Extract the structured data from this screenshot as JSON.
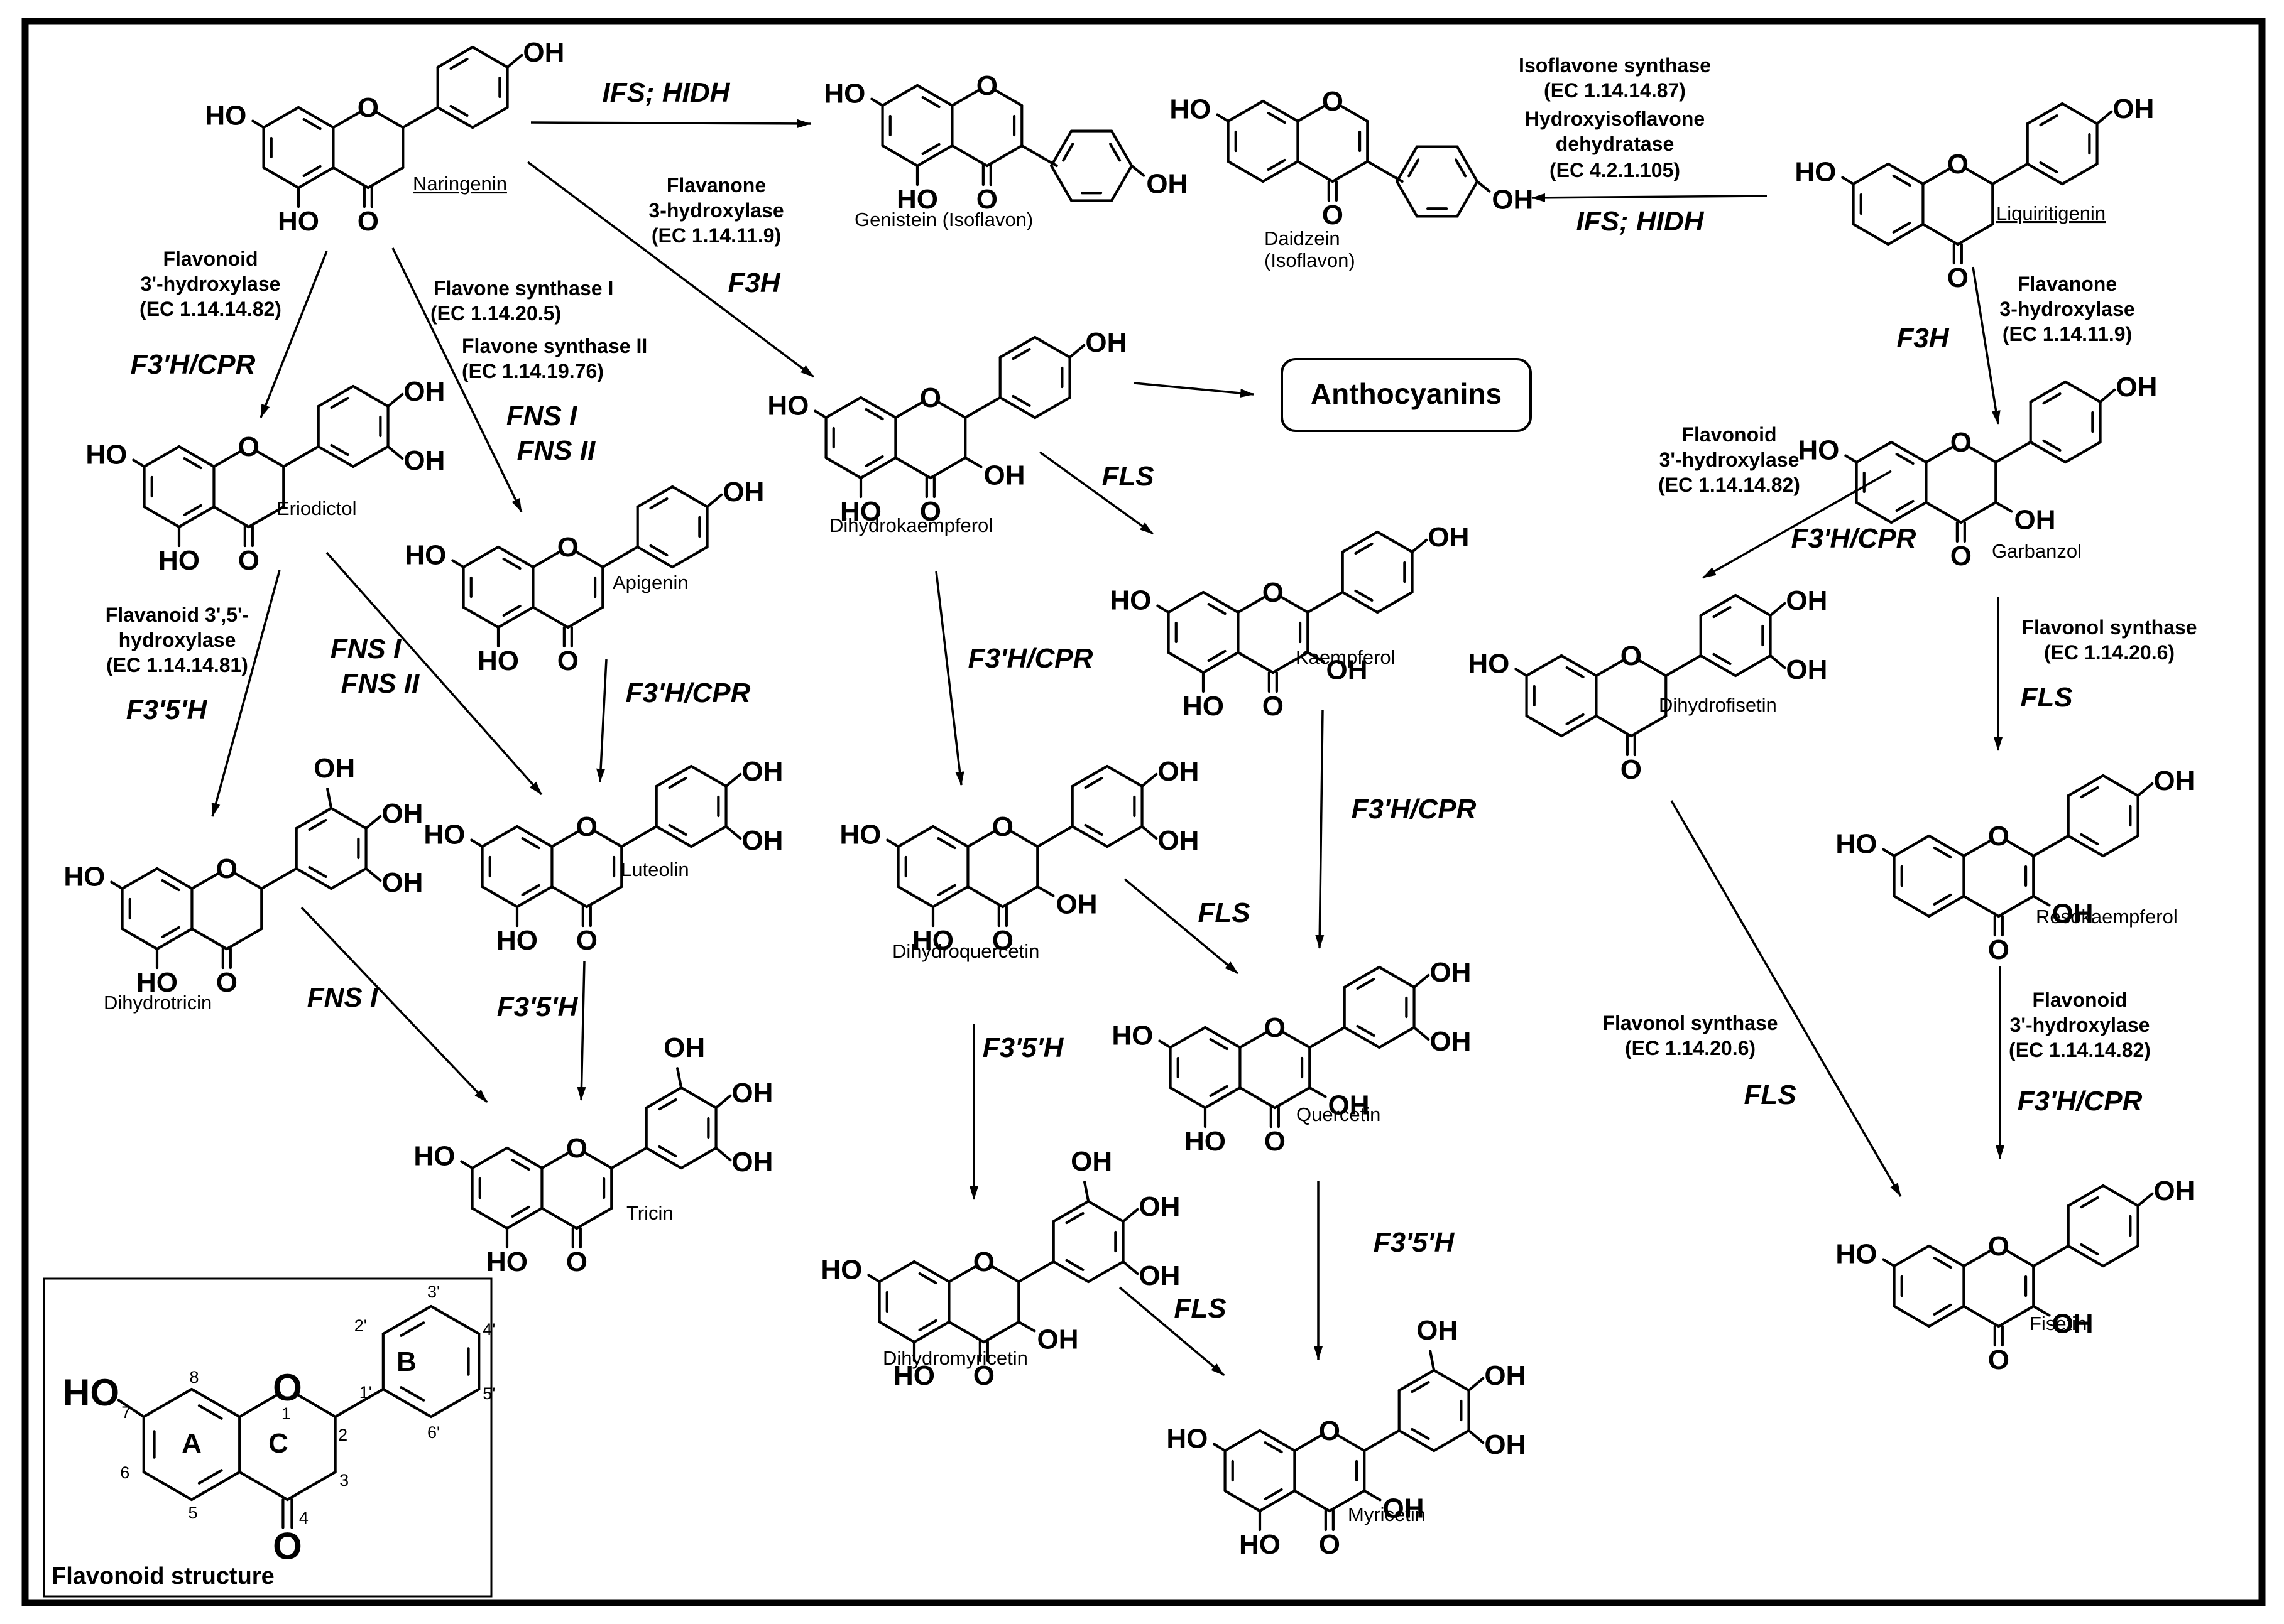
{
  "compounds": {
    "naringenin": "Naringenin",
    "genistein": "Genistein (Isoflavon)",
    "daidzein_l1": "Daidzein",
    "daidzein_l2": "(Isoflavon)",
    "liquiritigenin": "Liquiritigenin",
    "eriodictol": "Eriodictol",
    "apigenin": "Apigenin",
    "dihydrokaempferol": "Dihydrokaempferol",
    "kaempferol": "Kaempferol",
    "garbanzol": "Garbanzol",
    "dihydrofisetin": "Dihydrofisetin",
    "resokaempferol": "Resokaempferol",
    "dihydrotricin": "Dihydrotricin",
    "luteolin": "Luteolin",
    "dihydroquercetin": "Dihydroquercetin",
    "quercetin": "Quercetin",
    "tricin": "Tricin",
    "dihydromyricetin": "Dihydromyricetin",
    "myricetin": "Myricetin",
    "fisetin": "Fisetin"
  },
  "atoms": {
    "hydroxyl": "OH",
    "hydroxyl_left": "HO",
    "carbonyl_oxygen": "O",
    "ring_oxygen": "O"
  },
  "anthocyanins": "Anthocyanins",
  "enzymes": {
    "ifs_top": "IFS; HIDH",
    "ifs_right": "IFS; HIDH",
    "ifs_full_1": "Isoflavone synthase",
    "ifs_full_2": "(EC 1.14.14.87)",
    "hidh_full_1": "Hydroxyisoflavone",
    "hidh_full_2": "dehydratase",
    "hidh_full_3": "(EC 4.2.1.105)",
    "f3h_left_1": "Flavanone",
    "f3h_left_2": "3-hydroxylase",
    "f3h_left_3": "(EC 1.14.11.9)",
    "f3h_left_abbr": "F3H",
    "f3h_right_1": "Flavanone",
    "f3h_right_2": "3-hydroxylase",
    "f3h_right_3": "(EC 1.14.11.9)",
    "f3h_right_abbr": "F3H",
    "f3ph_left_1": "Flavonoid",
    "f3ph_left_2": "3'-hydroxylase",
    "f3ph_left_3": "(EC 1.14.14.82)",
    "f3ph_left_abbr": "F3'H/CPR",
    "fns1_1": "Flavone synthase I",
    "fns1_2": "(EC 1.14.20.5)",
    "fns2_1": "Flavone synthase II",
    "fns2_2": "(EC 1.14.19.76)",
    "fns_a1": "FNS I",
    "fns_a2": "FNS II",
    "fns_b1": "FNS I",
    "fns_b2": "FNS II",
    "fns_c": "FNS I",
    "f35h_1": "Flavanoid 3',5'-",
    "f35h_2": "hydroxylase",
    "f35h_3": "(EC 1.14.14.81)",
    "f35h_abbr": "F3'5'H",
    "f35h_luteolin": "F3'5'H",
    "f35h_dhq": "F3'5'H",
    "f35h_quercetin": "F3'5'H",
    "f3ph_apigenin": "F3'H/CPR",
    "f3ph_dhk": "F3'H/CPR",
    "f3ph_kaempferol": "F3'H/CPR",
    "fls_dhk": "FLS",
    "fls_dhq": "FLS",
    "fls_dhm": "FLS",
    "f3ph_garb_1": "Flavonoid",
    "f3ph_garb_2": "3'-hydroxylase",
    "f3ph_garb_3": "(EC 1.14.14.82)",
    "f3ph_garb_abbr": "F3'H/CPR",
    "fls_garb_1": "Flavonol synthase",
    "fls_garb_2": "(EC 1.14.20.6)",
    "fls_garb_abbr": "FLS",
    "fls_dhf_1": "Flavonol synthase",
    "fls_dhf_2": "(EC 1.14.20.6)",
    "fls_dhf_abbr": "FLS",
    "f3ph_reso_1": "Flavonoid",
    "f3ph_reso_2": "3'-hydroxylase",
    "f3ph_reso_3": "(EC 1.14.14.82)",
    "f3ph_reso_abbr": "F3'H/CPR"
  },
  "legend": {
    "title": "Flavonoid structure",
    "ho": "HO",
    "ring_a": "A",
    "ring_b": "B",
    "ring_c": "C",
    "positions": [
      "1",
      "2",
      "3",
      "4",
      "5",
      "6",
      "7",
      "8",
      "1'",
      "2'",
      "3'",
      "4'",
      "5'",
      "6'"
    ]
  }
}
